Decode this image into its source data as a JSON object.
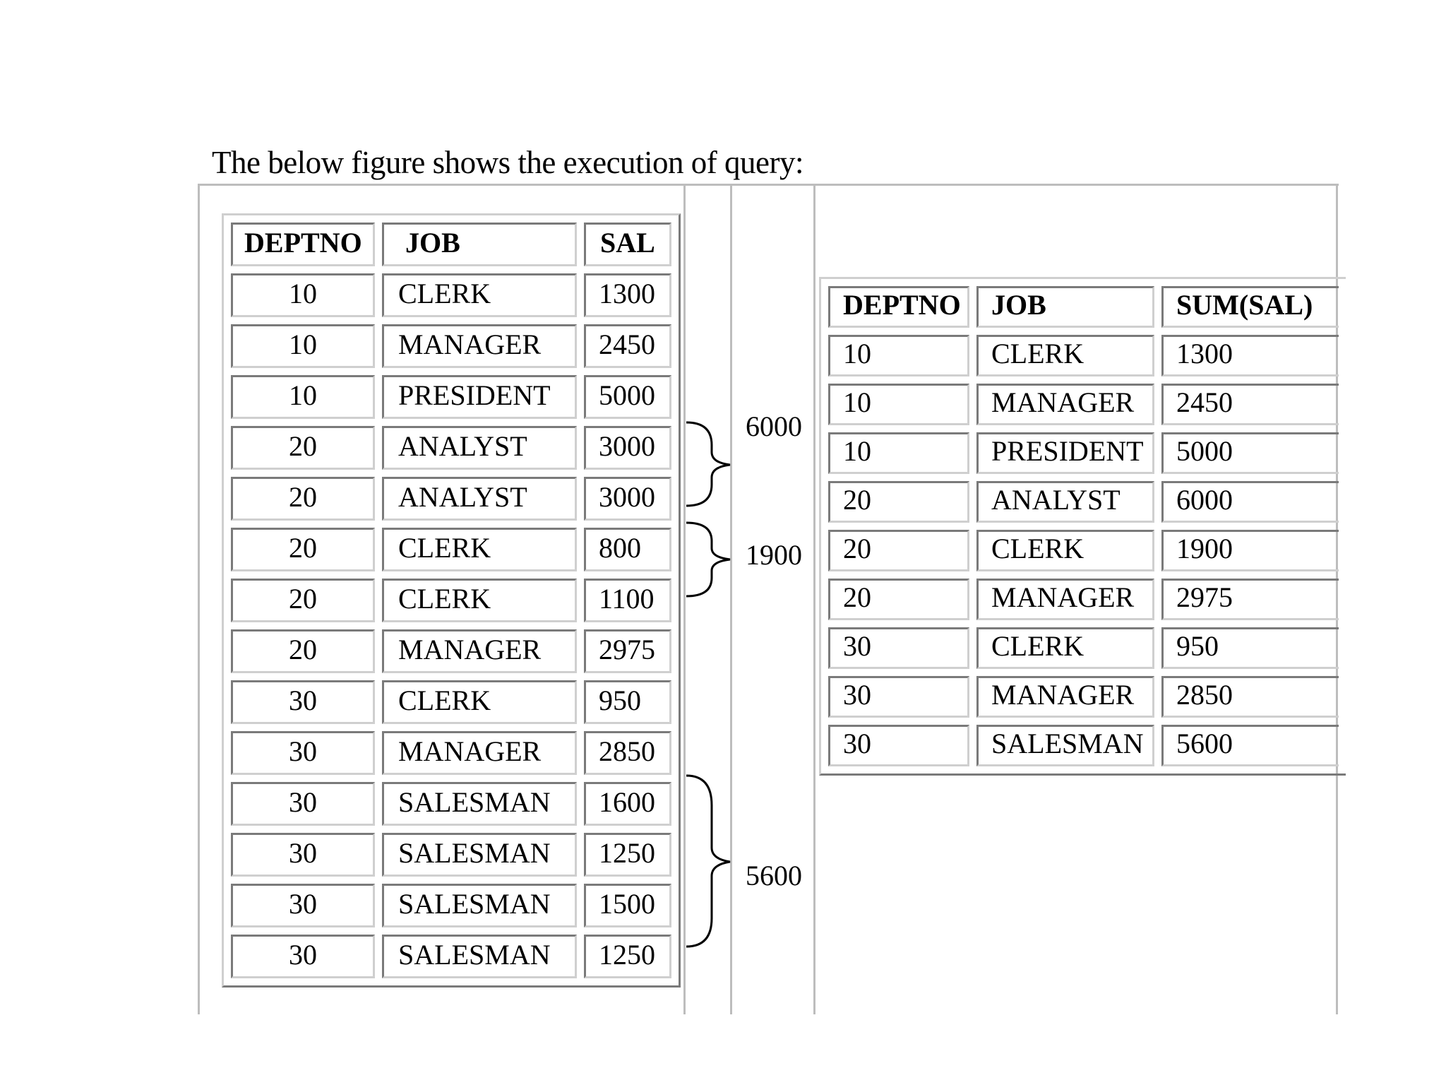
{
  "caption": "The below figure shows the execution of query:",
  "left_table": {
    "headers": [
      "DEPTNO",
      "JOB",
      "SAL"
    ],
    "rows": [
      [
        "10",
        "CLERK",
        "1300"
      ],
      [
        "10",
        "MANAGER",
        "2450"
      ],
      [
        "10",
        "PRESIDENT",
        "5000"
      ],
      [
        "20",
        "ANALYST",
        "3000"
      ],
      [
        "20",
        "ANALYST",
        "3000"
      ],
      [
        "20",
        "CLERK",
        "800"
      ],
      [
        "20",
        "CLERK",
        "1100"
      ],
      [
        "20",
        "MANAGER",
        "2975"
      ],
      [
        "30",
        "CLERK",
        "950"
      ],
      [
        "30",
        "MANAGER",
        "2850"
      ],
      [
        "30",
        "SALESMAN",
        "1600"
      ],
      [
        "30",
        "SALESMAN",
        "1250"
      ],
      [
        "30",
        "SALESMAN",
        "1500"
      ],
      [
        "30",
        "SALESMAN",
        "1250"
      ]
    ]
  },
  "annotations": [
    "6000",
    "1900",
    "5600"
  ],
  "right_table": {
    "headers": [
      "DEPTNO",
      "JOB",
      "SUM(SAL)"
    ],
    "rows": [
      [
        "10",
        "CLERK",
        "1300"
      ],
      [
        "10",
        "MANAGER",
        "2450"
      ],
      [
        "10",
        "PRESIDENT",
        "5000"
      ],
      [
        "20",
        "ANALYST",
        "6000"
      ],
      [
        "20",
        "CLERK",
        "1900"
      ],
      [
        "20",
        "MANAGER",
        "2975"
      ],
      [
        "30",
        "CLERK",
        "950"
      ],
      [
        "30",
        "MANAGER",
        "2850"
      ],
      [
        "30",
        "SALESMAN",
        "5600"
      ]
    ]
  }
}
